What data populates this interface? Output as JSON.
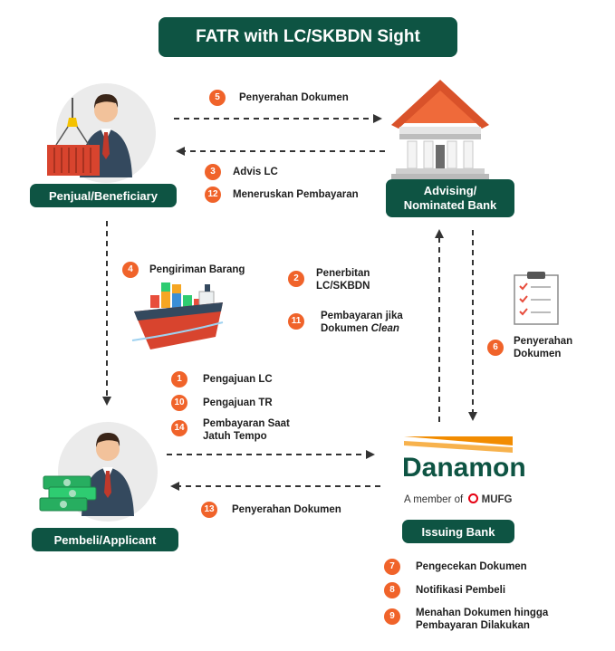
{
  "title": "FATR with LC/SKBDN Sight",
  "parties": {
    "seller": "Penjual/Beneficiary",
    "advising_line1": "Advising/",
    "advising_line2": "Nominated Bank",
    "buyer": "Pembeli/Applicant",
    "issuing": "Issuing Bank"
  },
  "logo": {
    "brand": "Danamon",
    "member_prefix": "A member of",
    "member_brand": "MUFG"
  },
  "steps": {
    "s5": {
      "num": "5",
      "text": "Penyerahan Dokumen"
    },
    "s3": {
      "num": "3",
      "text": "Advis LC"
    },
    "s12": {
      "num": "12",
      "text": "Meneruskan Pembayaran"
    },
    "s4": {
      "num": "4",
      "text": "Pengiriman Barang"
    },
    "s2": {
      "num": "2",
      "line1": "Penerbitan",
      "line2": "LC/SKBDN"
    },
    "s11": {
      "num": "11",
      "line1": "Pembayaran jika",
      "line2a": "Dokumen ",
      "line2b": "Clean"
    },
    "s6": {
      "num": "6",
      "line1": "Penyerahan",
      "line2": "Dokumen"
    },
    "s1": {
      "num": "1",
      "text": "Pengajuan LC"
    },
    "s10": {
      "num": "10",
      "text": "Pengajuan TR"
    },
    "s14": {
      "num": "14",
      "line1": "Pembayaran Saat",
      "line2": "Jatuh Tempo"
    },
    "s13": {
      "num": "13",
      "text": "Penyerahan Dokumen"
    },
    "s7": {
      "num": "7",
      "text": "Pengecekan Dokumen"
    },
    "s8": {
      "num": "8",
      "text": "Notifikasi Pembeli"
    },
    "s9": {
      "num": "9",
      "line1": "Menahan Dokumen hingga",
      "line2": "Pembayaran Dilakukan"
    }
  },
  "icons": {
    "seller": "businessman-with-container-icon",
    "bank": "bank-building-icon",
    "ship": "cargo-ship-icon",
    "checklist": "document-checklist-icon",
    "buyer": "businessman-with-money-icon"
  },
  "colors": {
    "dark_green": "#0e5443",
    "orange": "#f0632a",
    "danamon_orange": "#f28c00",
    "mufg_red": "#e60012"
  }
}
